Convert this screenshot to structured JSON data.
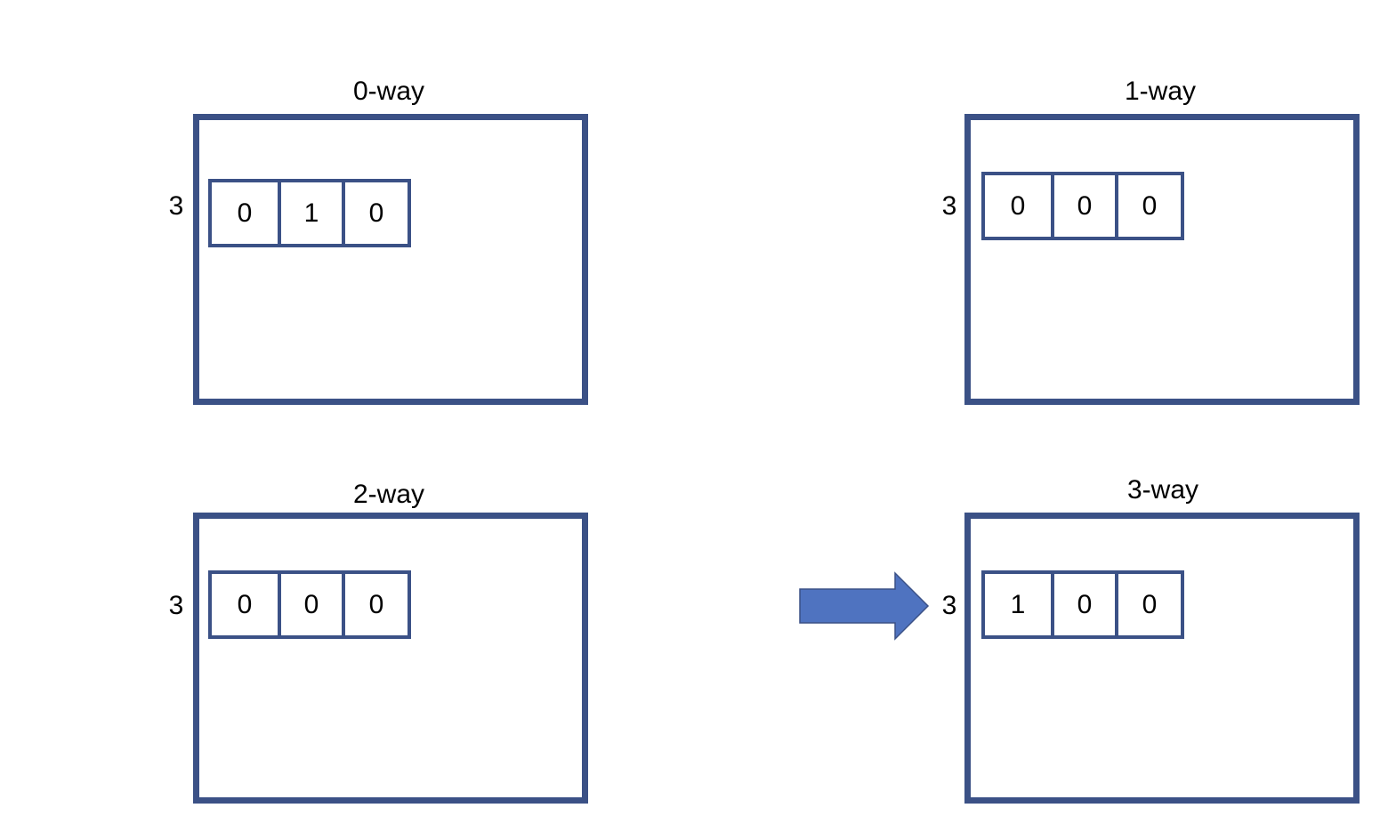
{
  "colors": {
    "border": "#3b5186",
    "arrow_fill": "#4f73c0",
    "arrow_stroke": "#3b5186"
  },
  "panels": [
    {
      "title": "0-way",
      "index": "3",
      "cells": [
        "0",
        "1",
        "0"
      ]
    },
    {
      "title": "1-way",
      "index": "3",
      "cells": [
        "0",
        "0",
        "0"
      ]
    },
    {
      "title": "2-way",
      "index": "3",
      "cells": [
        "0",
        "0",
        "0"
      ]
    },
    {
      "title": "3-way",
      "index": "3",
      "cells": [
        "1",
        "0",
        "0"
      ]
    }
  ],
  "pointer": {
    "icon": "right-arrow-icon",
    "target_panel": "3-way"
  }
}
